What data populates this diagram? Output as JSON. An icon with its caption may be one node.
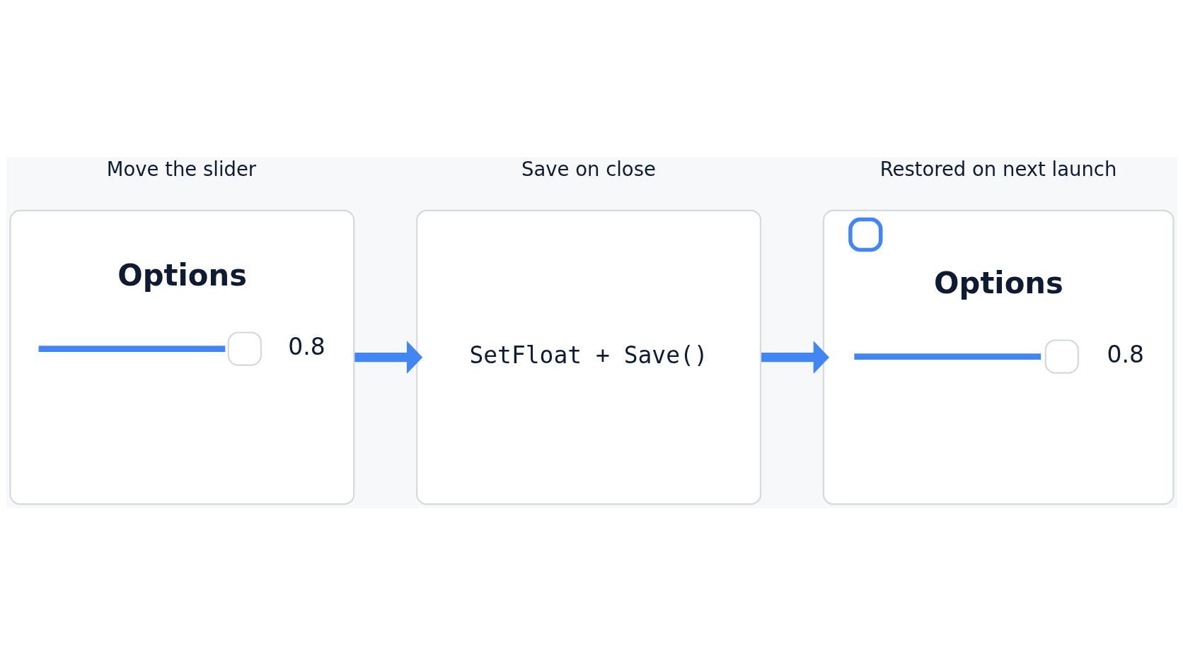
{
  "diagram": {
    "nodes": [
      {
        "text": [
          "Move the slider",
          "Options",
          "0.8"
        ]
      },
      {
        "text": [
          "Save on close",
          "SetFloat + Save()"
        ]
      },
      {
        "text": [
          "Restored on next launch",
          "Options",
          "0.8"
        ]
      }
    ],
    "edges": [
      {
        "from": 0,
        "to": 1,
        "arrow": "to"
      },
      {
        "from": 1,
        "to": 2,
        "arrow": "to"
      }
    ]
  }
}
